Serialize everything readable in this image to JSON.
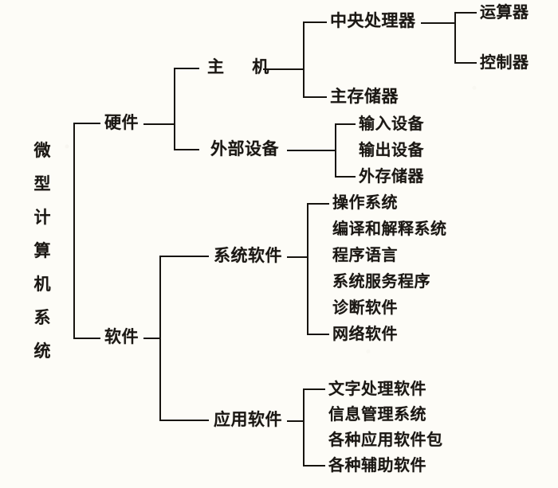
{
  "diagram": {
    "type": "tree-hierarchy",
    "orientation": "left-to-right",
    "title": "微型计算机系统",
    "colors": {
      "background": "#fdfcf7",
      "line": "#17140f",
      "text": "#1a1713"
    },
    "root": {
      "label": "微型计算机系统",
      "characters": [
        "微",
        "型",
        "计",
        "算",
        "机",
        "系",
        "统"
      ]
    },
    "level1": [
      {
        "label": "硬件"
      },
      {
        "label": "软件"
      }
    ],
    "level2": [
      {
        "label": "主  机"
      },
      {
        "label": "外部设备"
      },
      {
        "label": "系统软件"
      },
      {
        "label": "应用软件"
      }
    ],
    "level3": [
      {
        "label": "中央处理器"
      },
      {
        "label": "主存储器"
      }
    ],
    "level4": [
      {
        "label": "运算器"
      },
      {
        "label": "控制器"
      }
    ],
    "peripherals": [
      {
        "label": "输入设备"
      },
      {
        "label": "输出设备"
      },
      {
        "label": "外存储器"
      }
    ],
    "system_software": [
      {
        "label": "操作系统"
      },
      {
        "label": "编译和解释系统"
      },
      {
        "label": "程序语言"
      },
      {
        "label": "系统服务程序"
      },
      {
        "label": "诊断软件"
      },
      {
        "label": "网络软件"
      }
    ],
    "application_software": [
      {
        "label": "文字处理软件"
      },
      {
        "label": "信息管理系统"
      },
      {
        "label": "各种应用软件包"
      },
      {
        "label": "各种辅助软件"
      }
    ]
  }
}
